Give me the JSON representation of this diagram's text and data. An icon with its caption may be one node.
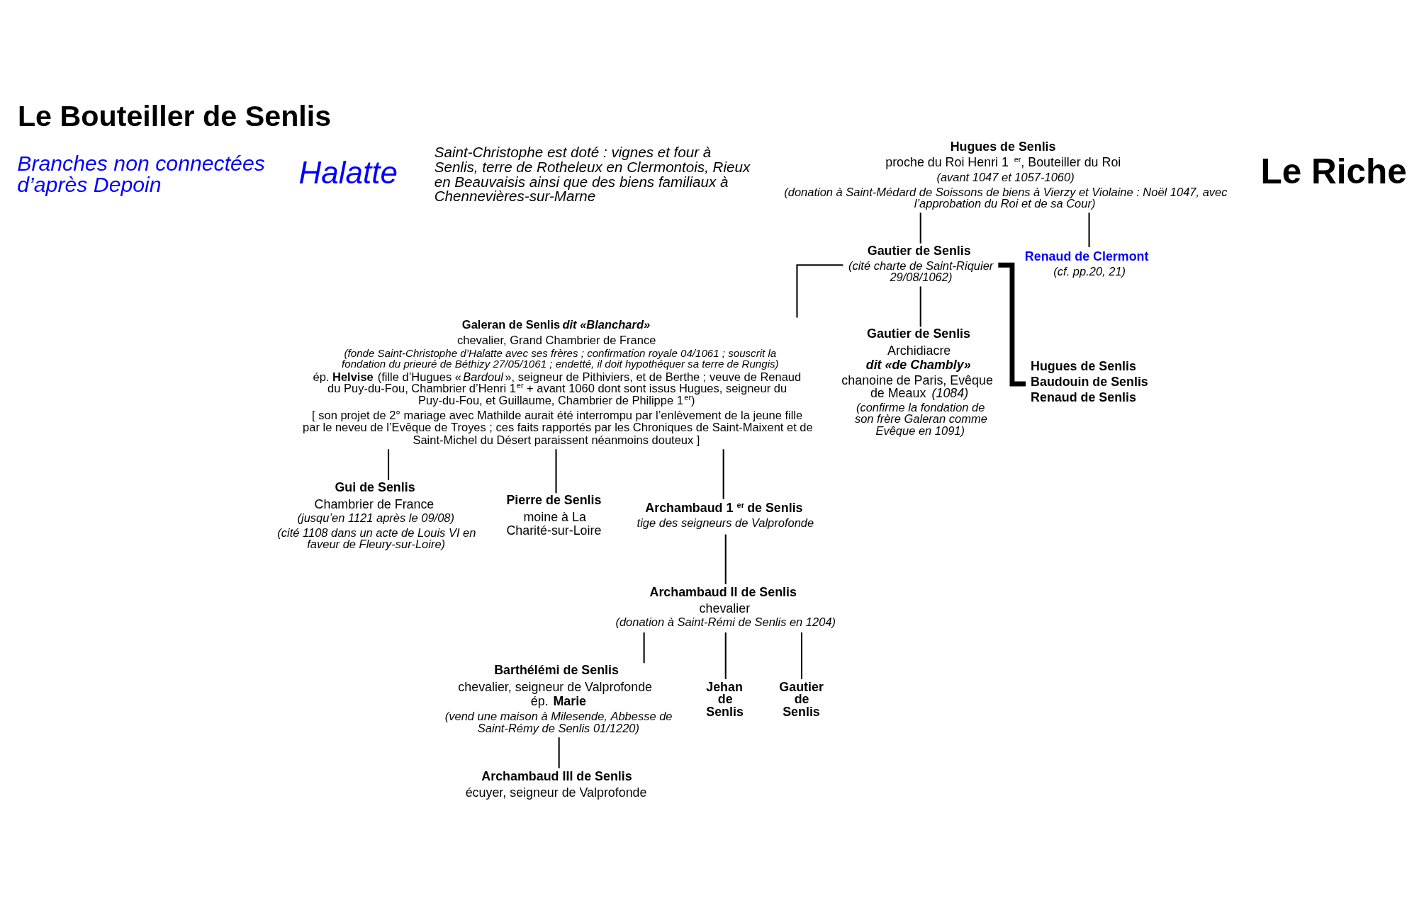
{
  "diagram": {
    "title": "Le Bouteiller de Senlis",
    "nodes": [
      {
        "text": [
          "Hugues de Senlis",
          "proche du Roi Henri 1$^{er}$, Bouteiller du Roi",
          "(avant 1047 et 1057-1060)",
          "(donation à Saint-Médard de Soissons de biens à Vierzy et Violaine : Noël 1047, avec l’approbation du Roi et de sa Cour)"
        ]
      },
      {
        "text": [
          "Gautier de Senlis",
          "(cité charte de Saint-Riquier 29/08/1062)"
        ]
      },
      {
        "text": [
          "Renaud de Clermont",
          "(cf. pp.20, 21)"
        ]
      },
      {
        "text": [
          "Galeran de Senlis *dit «Blanchard»*",
          "chevalier, Grand Chambrier de France",
          "(fonde Saint-Christophe d’Halatte avec ses frères ; confirmation royale 04/1061 ; souscrit la fondation du prieuré de Béthizy 27/05/1061 ; endetté, il doit hypothéquer sa terre de Rungis)",
          "ép. **Helvise** (fille d’Hugues «*Bardoul*», seigneur de Pithiviers, et de Berthe ; veuve de Renaud du Puy-du-Fou, Chambrier d’Henri 1$^{er}$ + avant 1060 dont sont issus Hugues, seigneur du Puy-du-Fou, et Guillaume, Chambrier de Philippe 1$^{er}$)",
          "[ son projet de 2° mariage avec Mathilde aurait été interrompu par l’enlèvement de la jeune fille par le neveu de l’Evêque de Troyes ; ces faits rapportés par les Chroniques de Saint-Maixent et de Saint-Michel du Désert paraissent néanmoins douteux ]"
        ]
      },
      {
        "text": [
          "Gautier de Senlis",
          "Archidiacre",
          "dit «de Chambly»",
          "chanoine de Paris, Evêque de Meaux *(1084)*",
          "(confirme la fondation de son frère Galeran comme Evêque en 1091)"
        ]
      },
      {
        "text": [
          "Hugues de Senlis",
          "Baudouin de Senlis",
          "Renaud de Senlis"
        ]
      },
      {
        "text": [
          "Gui de Senlis",
          "Chambrier de France",
          "(jusqu’en 1121 après le 09/08)",
          "(cité 1108 dans un acte de Louis VI en faveur de Fleury-sur-Loire)"
        ]
      },
      {
        "text": [
          "Pierre de Senlis",
          "moine à La Charité-sur-Loire"
        ]
      },
      {
        "text": [
          "Archambaud 1$^{er}$ de Senlis",
          "tige des seigneurs de Valprofonde"
        ]
      },
      {
        "text": [
          "Archambaud II de Senlis",
          "chevalier",
          "(donation à Saint-Rémi de Senlis en 1204)"
        ]
      },
      {
        "text": [
          "Barthélémi de Senlis",
          "chevalier, seigneur de Valprofonde",
          "ép. **Marie**",
          "(vend une maison à Milesende, Abbesse de Saint-Rémy de Senlis 01/1220)"
        ]
      },
      {
        "text": [
          "Jehan de Senlis"
        ]
      },
      {
        "text": [
          "Gautier de Senlis"
        ]
      },
      {
        "text": [
          "Archambaud III de Senlis",
          "écuyer, seigneur de Valprofonde"
        ]
      }
    ],
    "edges": [
      {
        "from": 0,
        "to": 1,
        "arrow": "none"
      },
      {
        "from": 0,
        "to": 2,
        "arrow": "none"
      },
      {
        "from": 1,
        "to": 3,
        "arrow": "none"
      },
      {
        "from": 1,
        "to": 4,
        "arrow": "none"
      },
      {
        "from": 1,
        "to": 5,
        "arrow": "none",
        "style": "thick"
      },
      {
        "from": 3,
        "to": 6,
        "arrow": "none"
      },
      {
        "from": 3,
        "to": 7,
        "arrow": "none"
      },
      {
        "from": 3,
        "to": 8,
        "arrow": "none"
      },
      {
        "from": 8,
        "to": 9,
        "arrow": "none"
      },
      {
        "from": 9,
        "to": 10,
        "arrow": "none"
      },
      {
        "from": 9,
        "to": 11,
        "arrow": "none"
      },
      {
        "from": 9,
        "to": 12,
        "arrow": "none"
      },
      {
        "from": 10,
        "to": 13,
        "arrow": "none"
      }
    ],
    "labels": [
      "Branches non connectées d’après Depoin",
      "Halatte",
      "Saint-Christophe est doté : vignes et four à Senlis, terre de Rotheleux en Clermontois, Rieux en Beauvaisis ainsi que des biens familiaux à Chennevières-sur-Marne",
      "Le Riche"
    ]
  }
}
